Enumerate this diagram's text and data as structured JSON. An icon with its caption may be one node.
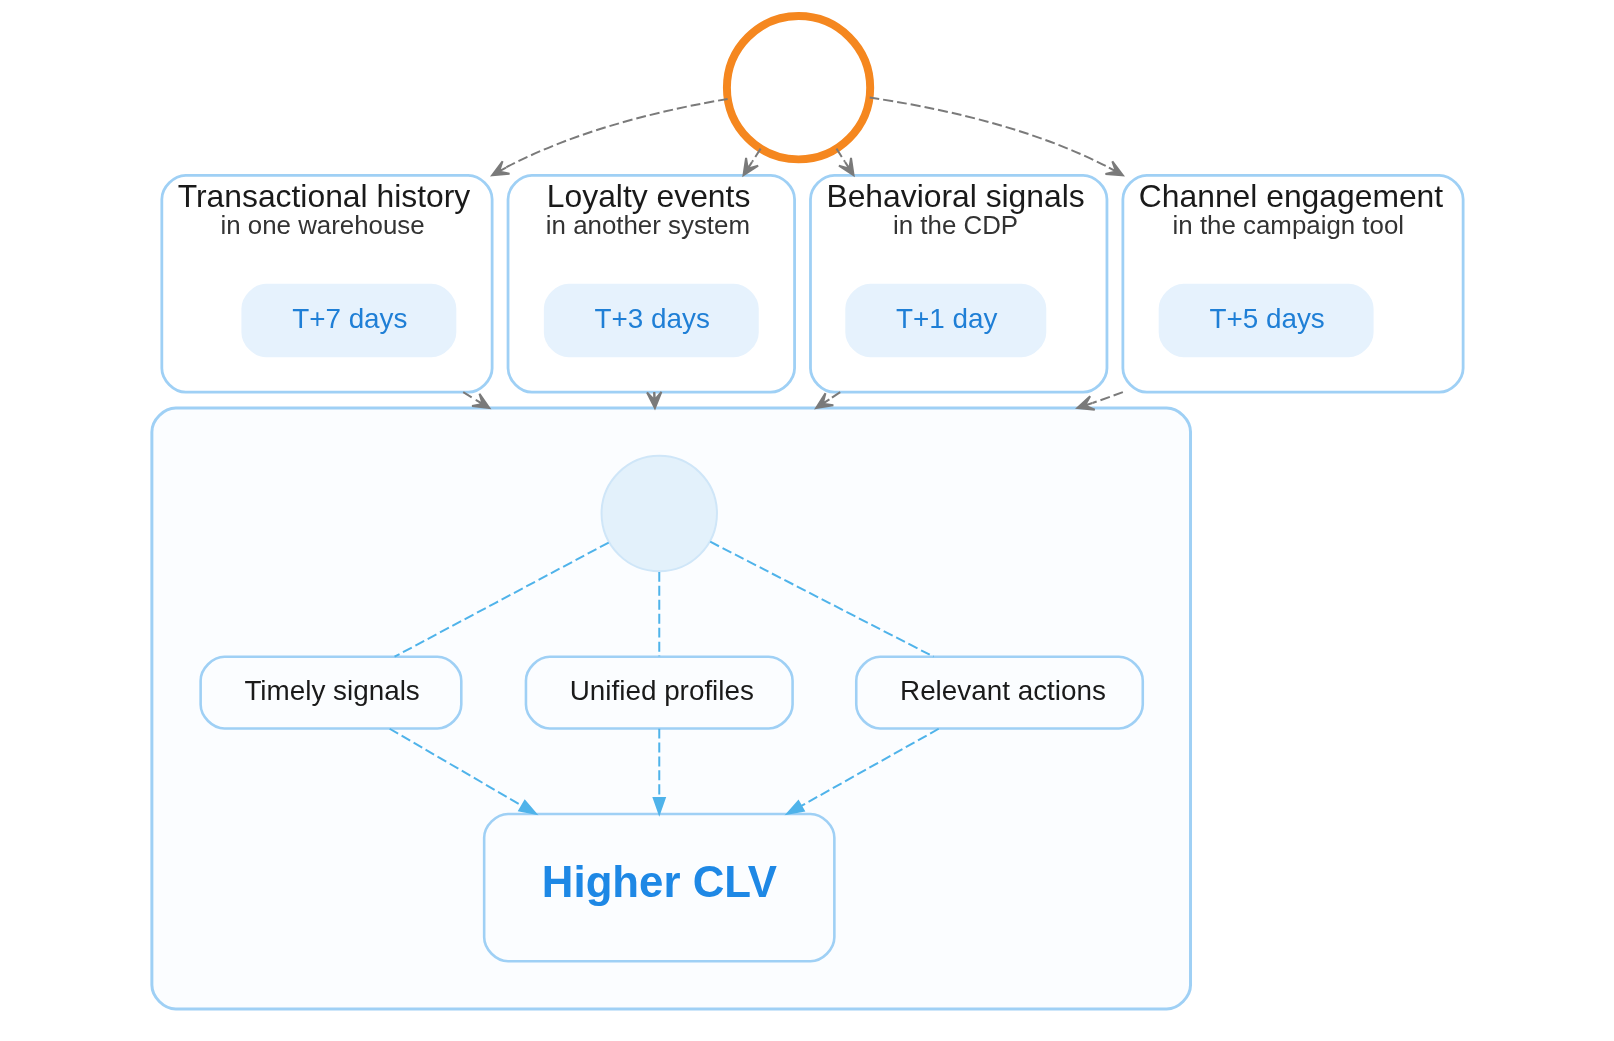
{
  "diagram": {
    "nodes": [
      {
        "text": [],
        "shape": "circle"
      },
      {
        "text": [
          "Transactional history",
          "in one warehouse"
        ]
      },
      {
        "text": [
          "T+7 days"
        ],
        "in": 1
      },
      {
        "text": [
          "Loyalty events",
          "in another system"
        ]
      },
      {
        "text": [
          "T+3 days"
        ],
        "in": 3
      },
      {
        "text": [
          "Behavioral signals",
          "in the CDP"
        ]
      },
      {
        "text": [
          "T+1 day"
        ],
        "in": 5
      },
      {
        "text": [
          "Channel engagement",
          "in the campaign tool"
        ]
      },
      {
        "text": [
          "T+5 days"
        ],
        "in": 7
      },
      {
        "text": [],
        "shape": "box"
      },
      {
        "text": [],
        "shape": "circle",
        "in": 9
      },
      {
        "text": [
          "Timely signals"
        ],
        "in": 9
      },
      {
        "text": [
          "Unified profiles"
        ],
        "in": 9
      },
      {
        "text": [
          "Relevant actions"
        ],
        "in": 9
      },
      {
        "text": [
          "Higher CLV"
        ],
        "in": 9
      }
    ],
    "edges": [
      {
        "from": 0,
        "to": 1,
        "arrow": "to",
        "style": "dashed"
      },
      {
        "from": 0,
        "to": 3,
        "arrow": "to",
        "style": "dashed"
      },
      {
        "from": 0,
        "to": 5,
        "arrow": "to",
        "style": "dashed"
      },
      {
        "from": 0,
        "to": 7,
        "arrow": "to",
        "style": "dashed"
      },
      {
        "from": 1,
        "to": 9,
        "arrow": "to",
        "style": "dashed"
      },
      {
        "from": 3,
        "to": 9,
        "arrow": "to",
        "style": "dashed"
      },
      {
        "from": 5,
        "to": 9,
        "arrow": "to",
        "style": "dashed"
      },
      {
        "from": 7,
        "to": 9,
        "arrow": "to",
        "style": "dashed"
      },
      {
        "from": 10,
        "to": 11,
        "arrow": "none",
        "style": "dashed",
        "color": "#4fb3ea"
      },
      {
        "from": 10,
        "to": 12,
        "arrow": "none",
        "style": "dashed",
        "color": "#4fb3ea"
      },
      {
        "from": 10,
        "to": 13,
        "arrow": "none",
        "style": "dashed",
        "color": "#4fb3ea"
      },
      {
        "from": 11,
        "to": 14,
        "arrow": "to",
        "style": "dashed",
        "color": "#4fb3ea"
      },
      {
        "from": 12,
        "to": 14,
        "arrow": "to",
        "style": "dashed",
        "color": "#4fb3ea"
      },
      {
        "from": 13,
        "to": 14,
        "arrow": "to",
        "style": "dashed",
        "color": "#4fb3ea"
      }
    ]
  }
}
